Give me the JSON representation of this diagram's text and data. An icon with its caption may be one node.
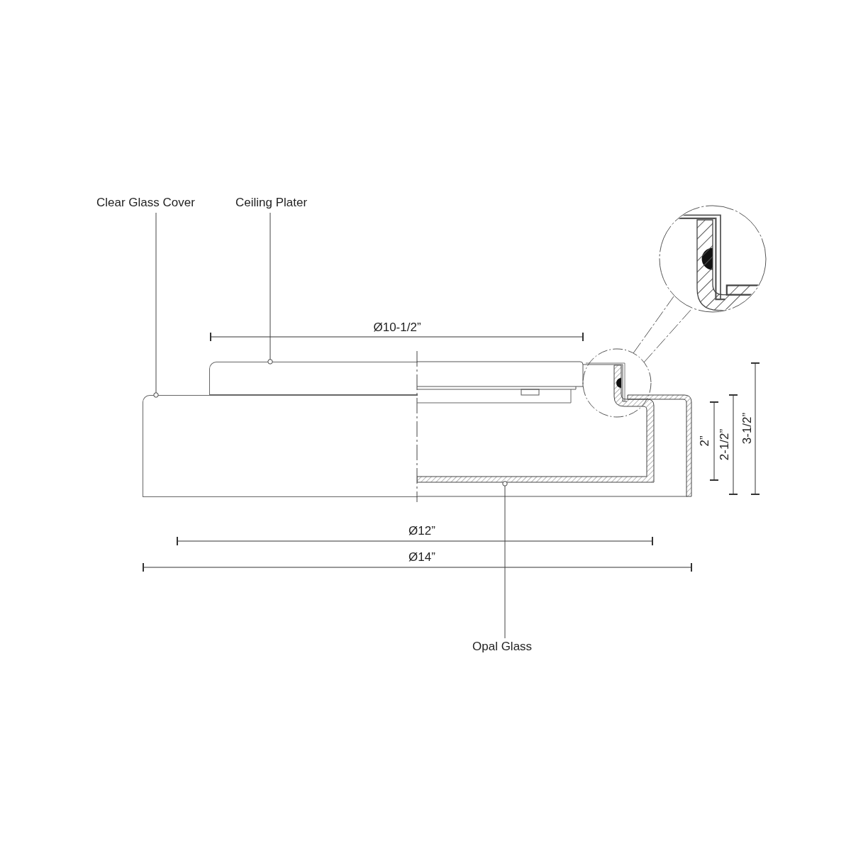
{
  "diagram": {
    "nodes": [
      {
        "text": [
          "Clear Glass Cover"
        ]
      },
      {
        "text": [
          "Ceiling Plater"
        ]
      },
      {
        "text": [
          "Opal Glass"
        ]
      },
      {
        "text": [],
        "shape": "box"
      },
      {
        "text": [],
        "shape": "box"
      },
      {
        "text": [],
        "shape": "bar"
      }
    ],
    "edges": [
      {
        "from": 0,
        "to": 4,
        "arrow": "other"
      },
      {
        "from": 1,
        "to": 3,
        "arrow": "other"
      },
      {
        "from": 2,
        "to": 5,
        "arrow": "other"
      }
    ],
    "labels": [
      "Ø10-1/2”",
      "Ø12”",
      "Ø14”",
      "2”",
      "2-1/2”",
      "3-1/2”"
    ]
  }
}
